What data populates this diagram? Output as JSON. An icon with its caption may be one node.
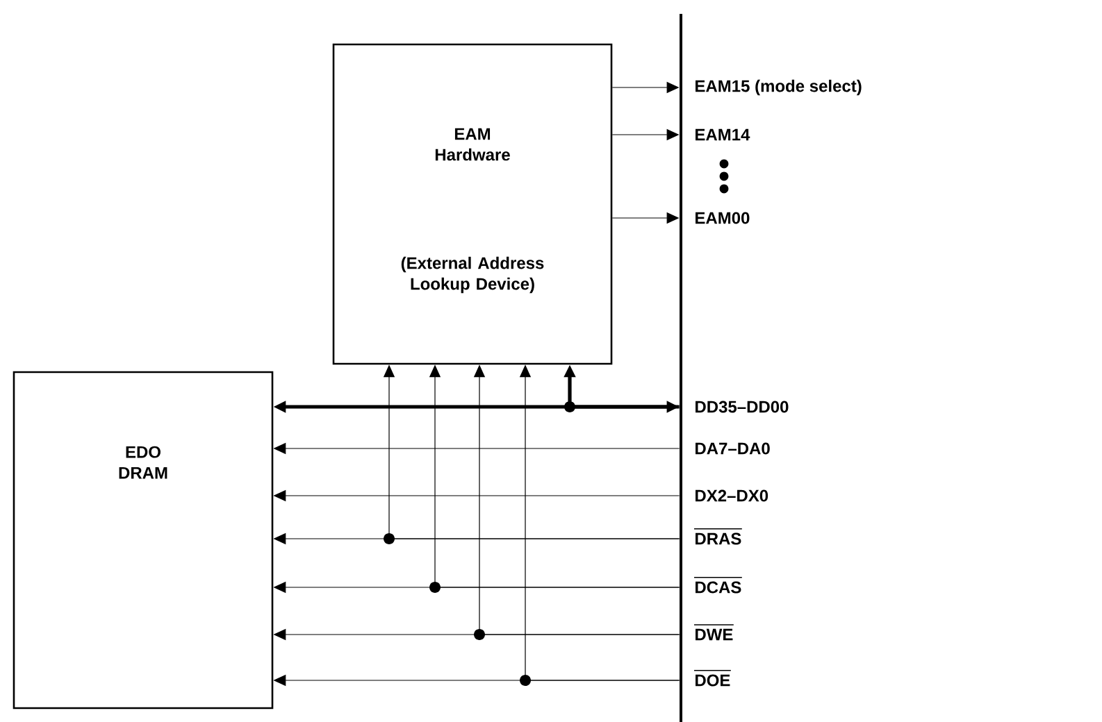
{
  "diagram": {
    "nodes": [
      {
        "text": [
          "EAM Hardware",
          "(External Address Lookup Device)"
        ]
      },
      {
        "text": [
          "EDO DRAM"
        ]
      },
      {
        "text": [],
        "shape": "bar"
      }
    ],
    "edges": [
      {
        "from": 0,
        "to": 2,
        "arrow": "to"
      },
      {
        "from": 0,
        "to": 2,
        "arrow": "to"
      },
      {
        "from": 0,
        "to": 2,
        "arrow": "to"
      },
      {
        "from": 2,
        "to": 1,
        "arrow": "both",
        "style": "thick"
      },
      {
        "from": 2,
        "to": 1,
        "arrow": "to"
      },
      {
        "from": 2,
        "to": 1,
        "arrow": "to"
      },
      {
        "from": 2,
        "to": 1,
        "arrow": "to"
      },
      {
        "from": 2,
        "to": 1,
        "arrow": "to"
      },
      {
        "from": 2,
        "to": 1,
        "arrow": "to"
      },
      {
        "from": 2,
        "to": 1,
        "arrow": "to"
      },
      {
        "from": 2,
        "to": 0,
        "arrow": "to",
        "style": "thick"
      },
      {
        "from": 2,
        "to": 0,
        "arrow": "to"
      },
      {
        "from": 2,
        "to": 0,
        "arrow": "to"
      },
      {
        "from": 2,
        "to": 0,
        "arrow": "to"
      },
      {
        "from": 2,
        "to": 0,
        "arrow": "to"
      }
    ],
    "labels": [
      "EAM15 (mode select)",
      "EAM14",
      "EAM00",
      "DD35–DD00",
      "DA7–DA0",
      "DX2–DX0",
      "DRAS",
      "DCAS",
      "DWE",
      "DOE"
    ]
  }
}
